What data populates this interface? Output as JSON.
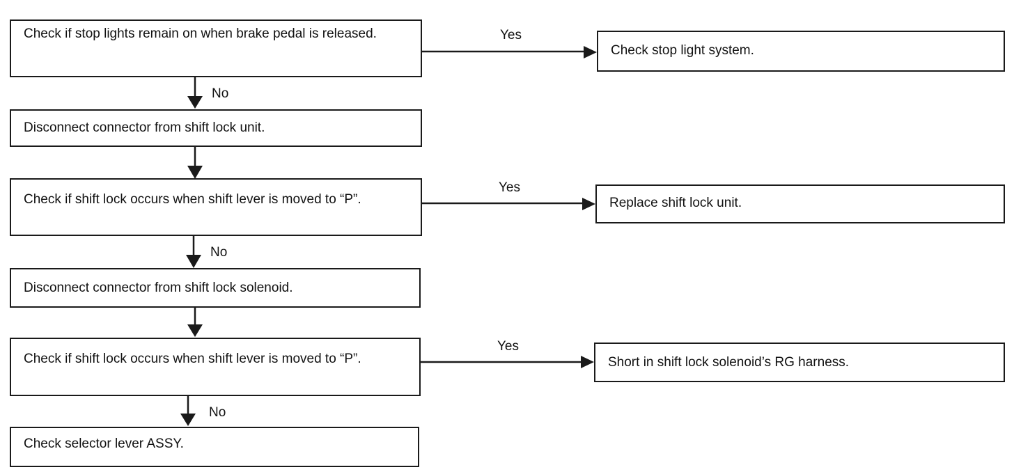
{
  "steps": [
    {
      "text": "Check if stop lights remain on when brake pedal is released."
    },
    {
      "text": "Disconnect connector from shift lock unit."
    },
    {
      "text": "Check if shift lock occurs when shift lever is moved to “P”."
    },
    {
      "text": "Disconnect connector from shift lock solenoid."
    },
    {
      "text": "Check if shift lock occurs when shift lever is moved to “P”."
    },
    {
      "text": "Check selector lever ASSY."
    }
  ],
  "results": [
    {
      "text": "Check stop light system."
    },
    {
      "text": "Replace shift lock unit."
    },
    {
      "text": "Short in shift lock solenoid’s RG harness."
    }
  ],
  "branch_labels": {
    "yes": [
      "Yes",
      "Yes",
      "Yes"
    ],
    "no": [
      "No",
      "No",
      "No"
    ]
  }
}
